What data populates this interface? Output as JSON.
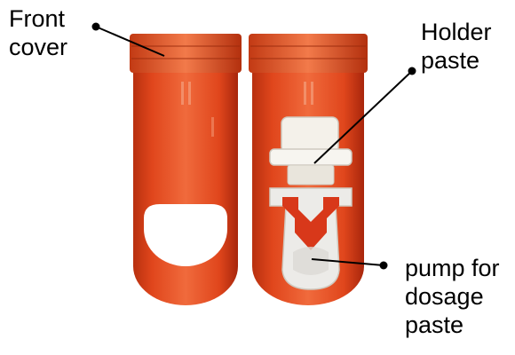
{
  "labels": {
    "front_cover": {
      "line1": "Front",
      "line2": "cover"
    },
    "holder_paste": {
      "line1": "Holder",
      "line2": "paste"
    },
    "pump_dosage_paste": {
      "line1": "pump for",
      "line2": "dosage",
      "line3": "paste"
    }
  },
  "colors": {
    "shell": "#e0461c",
    "shell_dark": "#a8260c",
    "shell_light": "#f07a4e",
    "holder": "#f4f1ea",
    "pump": "#e8e6e2",
    "leader": "#000000"
  }
}
